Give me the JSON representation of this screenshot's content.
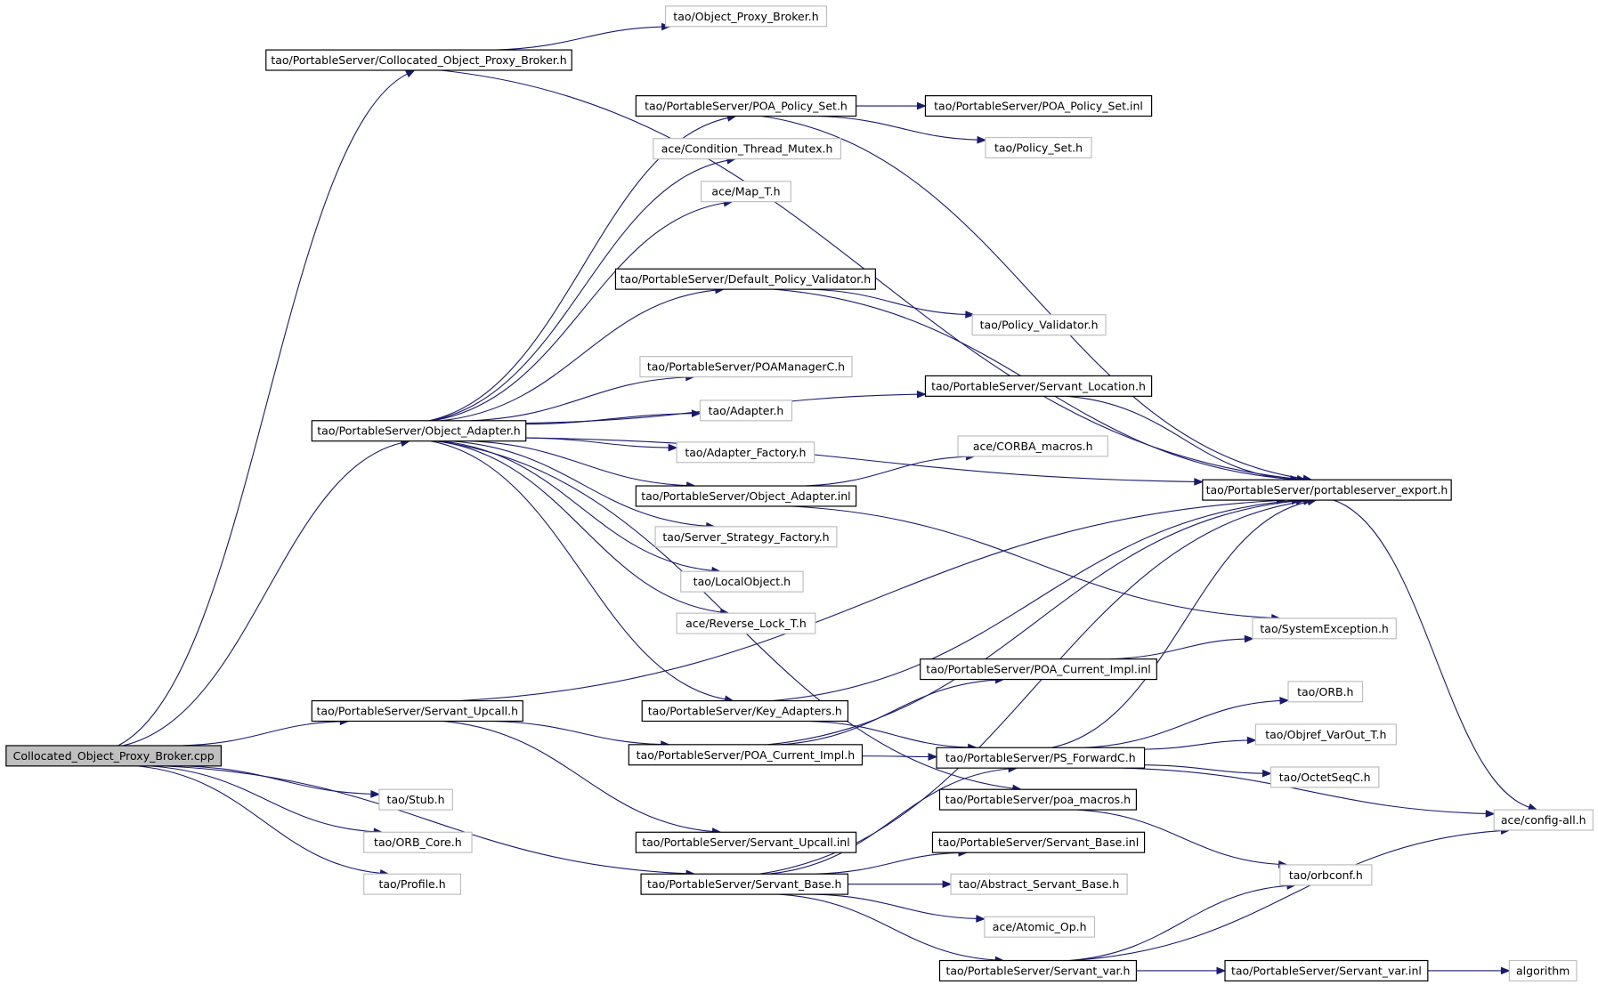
{
  "graph": {
    "root": "root",
    "nodes": [
      {
        "id": "root",
        "label": "Collocated_Object_Proxy_Broker.cpp",
        "style": "root"
      },
      {
        "id": "cop_broker",
        "label": "tao/PortableServer/Collocated_Object_Proxy_Broker.h",
        "style": "doc"
      },
      {
        "id": "obj_proxy",
        "label": "tao/Object_Proxy_Broker.h",
        "style": "nodoc"
      },
      {
        "id": "poa_policy_set",
        "label": "tao/PortableServer/POA_Policy_Set.h",
        "style": "doc"
      },
      {
        "id": "poa_policy_set_inl",
        "label": "tao/PortableServer/POA_Policy_Set.inl",
        "style": "doc"
      },
      {
        "id": "policy_set",
        "label": "tao/Policy_Set.h",
        "style": "nodoc"
      },
      {
        "id": "cond_mutex",
        "label": "ace/Condition_Thread_Mutex.h",
        "style": "nodoc"
      },
      {
        "id": "map_t",
        "label": "ace/Map_T.h",
        "style": "nodoc"
      },
      {
        "id": "def_policy_val",
        "label": "tao/PortableServer/Default_Policy_Validator.h",
        "style": "doc"
      },
      {
        "id": "policy_val",
        "label": "tao/Policy_Validator.h",
        "style": "nodoc"
      },
      {
        "id": "poamanagerc",
        "label": "tao/PortableServer/POAManagerC.h",
        "style": "nodoc"
      },
      {
        "id": "servant_loc",
        "label": "tao/PortableServer/Servant_Location.h",
        "style": "doc"
      },
      {
        "id": "adapter",
        "label": "tao/Adapter.h",
        "style": "nodoc"
      },
      {
        "id": "object_adapter",
        "label": "tao/PortableServer/Object_Adapter.h",
        "style": "doc"
      },
      {
        "id": "adapter_factory",
        "label": "tao/Adapter_Factory.h",
        "style": "nodoc"
      },
      {
        "id": "corba_macros",
        "label": "ace/CORBA_macros.h",
        "style": "nodoc"
      },
      {
        "id": "object_adapter_inl",
        "label": "tao/PortableServer/Object_Adapter.inl",
        "style": "doc"
      },
      {
        "id": "ps_export",
        "label": "tao/PortableServer/portableserver_export.h",
        "style": "doc"
      },
      {
        "id": "server_strategy",
        "label": "tao/Server_Strategy_Factory.h",
        "style": "nodoc"
      },
      {
        "id": "local_object",
        "label": "tao/LocalObject.h",
        "style": "nodoc"
      },
      {
        "id": "reverse_lock",
        "label": "ace/Reverse_Lock_T.h",
        "style": "nodoc"
      },
      {
        "id": "system_exception",
        "label": "tao/SystemException.h",
        "style": "nodoc"
      },
      {
        "id": "poa_current_impl_inl",
        "label": "tao/PortableServer/POA_Current_Impl.inl",
        "style": "doc"
      },
      {
        "id": "servant_upcall",
        "label": "tao/PortableServer/Servant_Upcall.h",
        "style": "doc"
      },
      {
        "id": "key_adapters",
        "label": "tao/PortableServer/Key_Adapters.h",
        "style": "doc"
      },
      {
        "id": "orb",
        "label": "tao/ORB.h",
        "style": "nodoc"
      },
      {
        "id": "poa_current_impl",
        "label": "tao/PortableServer/POA_Current_Impl.h",
        "style": "doc"
      },
      {
        "id": "ps_forwardc",
        "label": "tao/PortableServer/PS_ForwardC.h",
        "style": "doc"
      },
      {
        "id": "objref_varout",
        "label": "tao/Objref_VarOut_T.h",
        "style": "nodoc"
      },
      {
        "id": "octetseqc",
        "label": "tao/OctetSeqC.h",
        "style": "nodoc"
      },
      {
        "id": "stub",
        "label": "tao/Stub.h",
        "style": "nodoc"
      },
      {
        "id": "poa_macros",
        "label": "tao/PortableServer/poa_macros.h",
        "style": "doc"
      },
      {
        "id": "config_all",
        "label": "ace/config-all.h",
        "style": "nodoc"
      },
      {
        "id": "orb_core",
        "label": "tao/ORB_Core.h",
        "style": "nodoc"
      },
      {
        "id": "servant_upcall_inl",
        "label": "tao/PortableServer/Servant_Upcall.inl",
        "style": "doc"
      },
      {
        "id": "servant_base_inl",
        "label": "tao/PortableServer/Servant_Base.inl",
        "style": "doc"
      },
      {
        "id": "orbconf",
        "label": "tao/orbconf.h",
        "style": "nodoc"
      },
      {
        "id": "profile",
        "label": "tao/Profile.h",
        "style": "nodoc"
      },
      {
        "id": "servant_base",
        "label": "tao/PortableServer/Servant_Base.h",
        "style": "doc"
      },
      {
        "id": "abstract_servant",
        "label": "tao/Abstract_Servant_Base.h",
        "style": "nodoc"
      },
      {
        "id": "atomic_op",
        "label": "ace/Atomic_Op.h",
        "style": "nodoc"
      },
      {
        "id": "servant_var",
        "label": "tao/PortableServer/Servant_var.h",
        "style": "doc"
      },
      {
        "id": "servant_var_inl",
        "label": "tao/PortableServer/Servant_var.inl",
        "style": "doc"
      },
      {
        "id": "algorithm",
        "label": "algorithm",
        "style": "nodoc"
      }
    ],
    "edges": [
      [
        "root",
        "cop_broker"
      ],
      [
        "root",
        "object_adapter"
      ],
      [
        "root",
        "servant_upcall"
      ],
      [
        "root",
        "servant_base"
      ],
      [
        "root",
        "stub"
      ],
      [
        "root",
        "orb_core"
      ],
      [
        "root",
        "profile"
      ],
      [
        "cop_broker",
        "obj_proxy"
      ],
      [
        "cop_broker",
        "ps_export"
      ],
      [
        "object_adapter",
        "poa_policy_set"
      ],
      [
        "object_adapter",
        "cond_mutex"
      ],
      [
        "object_adapter",
        "map_t"
      ],
      [
        "object_adapter",
        "def_policy_val"
      ],
      [
        "object_adapter",
        "ps_export"
      ],
      [
        "object_adapter",
        "servant_loc"
      ],
      [
        "object_adapter",
        "poamanagerc"
      ],
      [
        "object_adapter",
        "adapter"
      ],
      [
        "object_adapter",
        "adapter_factory"
      ],
      [
        "object_adapter",
        "object_adapter_inl"
      ],
      [
        "object_adapter",
        "server_strategy"
      ],
      [
        "object_adapter",
        "local_object"
      ],
      [
        "object_adapter",
        "reverse_lock"
      ],
      [
        "object_adapter",
        "key_adapters"
      ],
      [
        "object_adapter",
        "poa_macros"
      ],
      [
        "poa_policy_set",
        "poa_policy_set_inl"
      ],
      [
        "poa_policy_set",
        "policy_set"
      ],
      [
        "poa_policy_set",
        "ps_export"
      ],
      [
        "def_policy_val",
        "policy_val"
      ],
      [
        "def_policy_val",
        "ps_export"
      ],
      [
        "servant_loc",
        "ps_export"
      ],
      [
        "object_adapter_inl",
        "corba_macros"
      ],
      [
        "object_adapter_inl",
        "system_exception"
      ],
      [
        "ps_export",
        "config_all"
      ],
      [
        "servant_upcall",
        "ps_export"
      ],
      [
        "servant_upcall",
        "poa_current_impl"
      ],
      [
        "servant_upcall",
        "servant_upcall_inl"
      ],
      [
        "key_adapters",
        "ps_export"
      ],
      [
        "key_adapters",
        "ps_forwardc"
      ],
      [
        "poa_current_impl",
        "ps_export"
      ],
      [
        "poa_current_impl",
        "poa_current_impl_inl"
      ],
      [
        "poa_current_impl",
        "ps_forwardc"
      ],
      [
        "poa_current_impl_inl",
        "system_exception"
      ],
      [
        "ps_forwardc",
        "orb"
      ],
      [
        "ps_forwardc",
        "objref_varout"
      ],
      [
        "ps_forwardc",
        "octetseqc"
      ],
      [
        "ps_forwardc",
        "ps_export"
      ],
      [
        "ps_forwardc",
        "config_all"
      ],
      [
        "poa_macros",
        "orbconf"
      ],
      [
        "servant_base",
        "ps_forwardc"
      ],
      [
        "servant_base",
        "ps_export"
      ],
      [
        "servant_base",
        "servant_base_inl"
      ],
      [
        "servant_base",
        "abstract_servant"
      ],
      [
        "servant_base",
        "atomic_op"
      ],
      [
        "servant_base",
        "servant_var"
      ],
      [
        "servant_var",
        "servant_var_inl"
      ],
      [
        "servant_var",
        "orbconf"
      ],
      [
        "servant_var",
        "config_all"
      ],
      [
        "servant_var_inl",
        "algorithm"
      ]
    ]
  },
  "colors": {
    "edge": "#191970",
    "node_border_documented": "#000000",
    "node_border_undocumented": "#bfbfbf",
    "root_fill": "#bfbfbf",
    "background": "#ffffff"
  }
}
